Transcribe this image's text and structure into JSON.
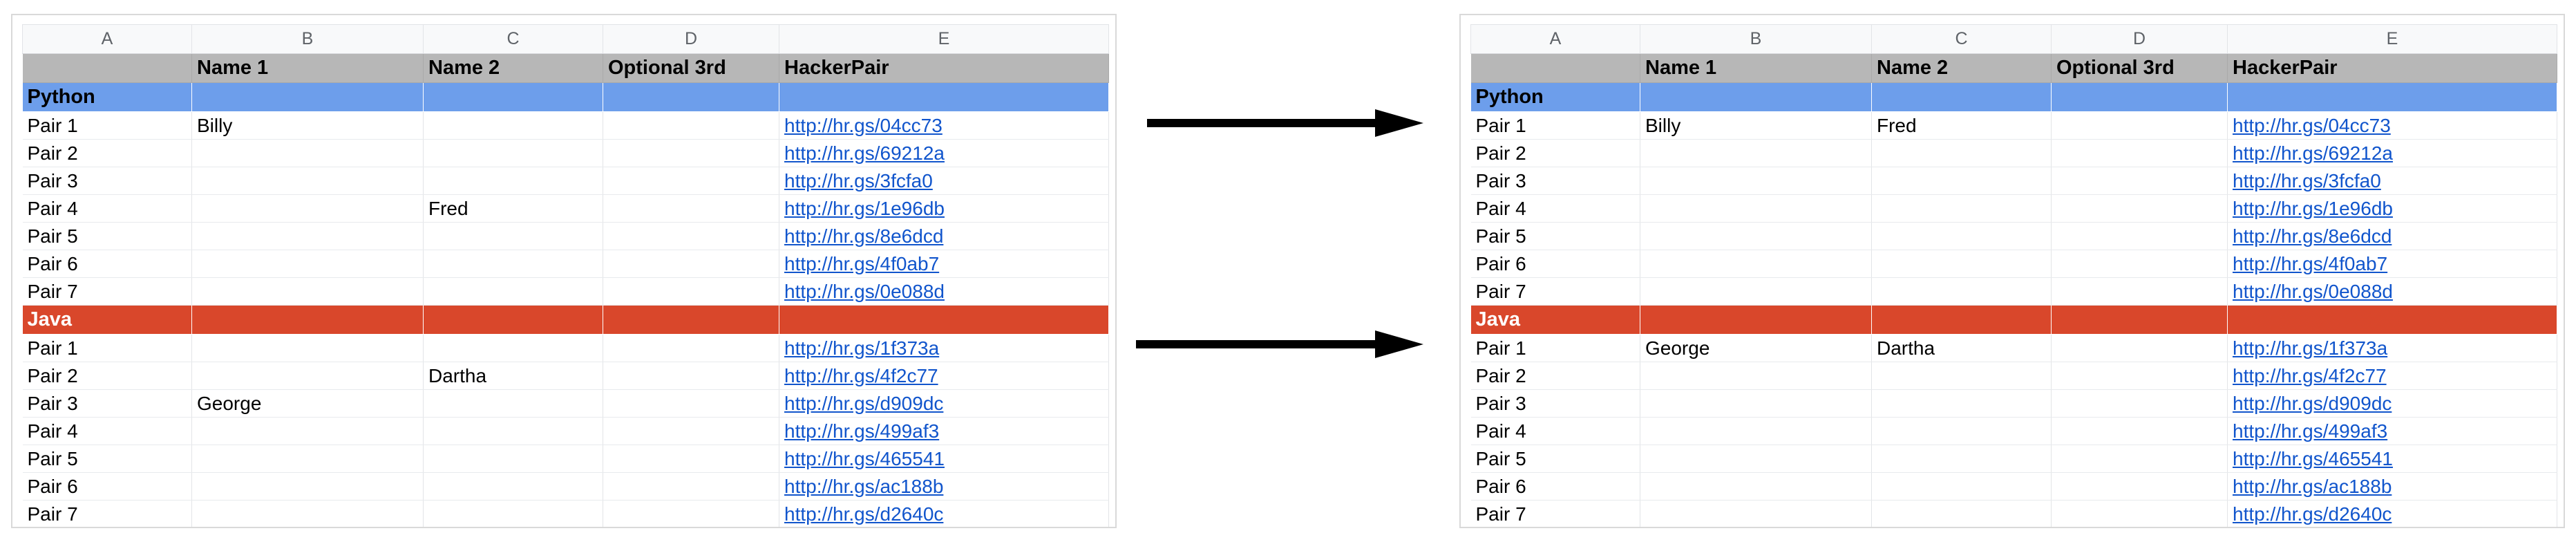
{
  "columns": [
    "A",
    "B",
    "C",
    "D",
    "E"
  ],
  "field_headers": [
    "",
    "Name 1",
    "Name 2",
    "Optional 3rd",
    "HackerPair"
  ],
  "colors": {
    "python_banner": "#6d9eeb",
    "java_banner": "#d9472b",
    "field_header": "#b7b7b7",
    "link": "#1155cc",
    "column_header": "#f8f9fa",
    "arrow": "#000000"
  },
  "icons": {
    "arrow_top": "right-arrow-icon",
    "arrow_bottom": "right-arrow-icon"
  },
  "panels": [
    {
      "id": "before",
      "sections": [
        {
          "name": "Python",
          "style": "python",
          "rows": [
            {
              "label": "Pair 1",
              "name1": "Billy",
              "name2": "",
              "optional3rd": "",
              "link": "http://hr.gs/04cc73"
            },
            {
              "label": "Pair 2",
              "name1": "",
              "name2": "",
              "optional3rd": "",
              "link": "http://hr.gs/69212a"
            },
            {
              "label": "Pair 3",
              "name1": "",
              "name2": "",
              "optional3rd": "",
              "link": "http://hr.gs/3fcfa0"
            },
            {
              "label": "Pair 4",
              "name1": "",
              "name2": "Fred",
              "optional3rd": "",
              "link": "http://hr.gs/1e96db"
            },
            {
              "label": "Pair 5",
              "name1": "",
              "name2": "",
              "optional3rd": "",
              "link": "http://hr.gs/8e6dcd"
            },
            {
              "label": "Pair 6",
              "name1": "",
              "name2": "",
              "optional3rd": "",
              "link": "http://hr.gs/4f0ab7"
            },
            {
              "label": "Pair 7",
              "name1": "",
              "name2": "",
              "optional3rd": "",
              "link": "http://hr.gs/0e088d"
            }
          ]
        },
        {
          "name": "Java",
          "style": "java",
          "rows": [
            {
              "label": "Pair 1",
              "name1": "",
              "name2": "",
              "optional3rd": "",
              "link": "http://hr.gs/1f373a"
            },
            {
              "label": "Pair 2",
              "name1": "",
              "name2": "Dartha",
              "optional3rd": "",
              "link": "http://hr.gs/4f2c77"
            },
            {
              "label": "Pair 3",
              "name1": "George",
              "name2": "",
              "optional3rd": "",
              "link": "http://hr.gs/d909dc"
            },
            {
              "label": "Pair 4",
              "name1": "",
              "name2": "",
              "optional3rd": "",
              "link": "http://hr.gs/499af3"
            },
            {
              "label": "Pair 5",
              "name1": "",
              "name2": "",
              "optional3rd": "",
              "link": "http://hr.gs/465541"
            },
            {
              "label": "Pair 6",
              "name1": "",
              "name2": "",
              "optional3rd": "",
              "link": "http://hr.gs/ac188b"
            },
            {
              "label": "Pair 7",
              "name1": "",
              "name2": "",
              "optional3rd": "",
              "link": "http://hr.gs/d2640c"
            }
          ]
        }
      ]
    },
    {
      "id": "after",
      "sections": [
        {
          "name": "Python",
          "style": "python",
          "rows": [
            {
              "label": "Pair 1",
              "name1": "Billy",
              "name2": "Fred",
              "optional3rd": "",
              "link": "http://hr.gs/04cc73"
            },
            {
              "label": "Pair 2",
              "name1": "",
              "name2": "",
              "optional3rd": "",
              "link": "http://hr.gs/69212a"
            },
            {
              "label": "Pair 3",
              "name1": "",
              "name2": "",
              "optional3rd": "",
              "link": "http://hr.gs/3fcfa0"
            },
            {
              "label": "Pair 4",
              "name1": "",
              "name2": "",
              "optional3rd": "",
              "link": "http://hr.gs/1e96db"
            },
            {
              "label": "Pair 5",
              "name1": "",
              "name2": "",
              "optional3rd": "",
              "link": "http://hr.gs/8e6dcd"
            },
            {
              "label": "Pair 6",
              "name1": "",
              "name2": "",
              "optional3rd": "",
              "link": "http://hr.gs/4f0ab7"
            },
            {
              "label": "Pair 7",
              "name1": "",
              "name2": "",
              "optional3rd": "",
              "link": "http://hr.gs/0e088d"
            }
          ]
        },
        {
          "name": "Java",
          "style": "java",
          "rows": [
            {
              "label": "Pair 1",
              "name1": "George",
              "name2": "Dartha",
              "optional3rd": "",
              "link": "http://hr.gs/1f373a"
            },
            {
              "label": "Pair 2",
              "name1": "",
              "name2": "",
              "optional3rd": "",
              "link": "http://hr.gs/4f2c77"
            },
            {
              "label": "Pair 3",
              "name1": "",
              "name2": "",
              "optional3rd": "",
              "link": "http://hr.gs/d909dc"
            },
            {
              "label": "Pair 4",
              "name1": "",
              "name2": "",
              "optional3rd": "",
              "link": "http://hr.gs/499af3"
            },
            {
              "label": "Pair 5",
              "name1": "",
              "name2": "",
              "optional3rd": "",
              "link": "http://hr.gs/465541"
            },
            {
              "label": "Pair 6",
              "name1": "",
              "name2": "",
              "optional3rd": "",
              "link": "http://hr.gs/ac188b"
            },
            {
              "label": "Pair 7",
              "name1": "",
              "name2": "",
              "optional3rd": "",
              "link": "http://hr.gs/d2640c"
            }
          ]
        }
      ]
    }
  ]
}
